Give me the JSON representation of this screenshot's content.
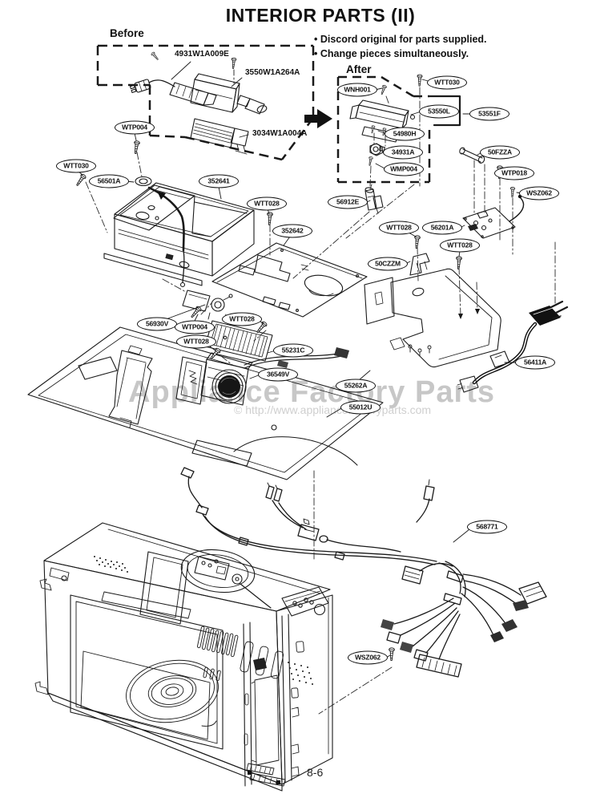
{
  "page": {
    "title": "INTERIOR PARTS (II)",
    "page_number": "8-6"
  },
  "notes": {
    "line1": "• Discord original for parts supplied.",
    "line2": "• Change pieces simultaneously."
  },
  "sections": {
    "before_label": "Before",
    "after_label": "After"
  },
  "before_parts": {
    "p1": "4931W1A009E",
    "p2": "3550W1A264A",
    "p3": "3034W1A004A"
  },
  "callouts": [
    {
      "label": "WTP004"
    },
    {
      "label": "WTT030"
    },
    {
      "label": "56501A"
    },
    {
      "label": "352641"
    },
    {
      "label": "WTT028"
    },
    {
      "label": "352642"
    },
    {
      "label": "56912E"
    },
    {
      "label": "WTT028"
    },
    {
      "label": "56201A"
    },
    {
      "label": "WTT028"
    },
    {
      "label": "50CZZM"
    },
    {
      "label": "WNH001"
    },
    {
      "label": "WTT030"
    },
    {
      "label": "53550L"
    },
    {
      "label": "53551F"
    },
    {
      "label": "54980H"
    },
    {
      "label": "34931A"
    },
    {
      "label": "WMP004"
    },
    {
      "label": "50FZZA"
    },
    {
      "label": "WTP018"
    },
    {
      "label": "WSZ062"
    },
    {
      "label": "56930V"
    },
    {
      "label": "WTP004"
    },
    {
      "label": "WTT028"
    },
    {
      "label": "WTT028"
    },
    {
      "label": "55231C"
    },
    {
      "label": "36549V"
    },
    {
      "label": "55262A"
    },
    {
      "label": "55012U"
    },
    {
      "label": "56411A"
    },
    {
      "label": "568771"
    },
    {
      "label": "WSZ062"
    }
  ],
  "watermark": {
    "line1": "Appliance Factory Parts",
    "line2": "© http://www.appliancefactoryparts.com"
  },
  "colors": {
    "line": "#1a1a1a",
    "watermark": "#c7c7c7"
  }
}
